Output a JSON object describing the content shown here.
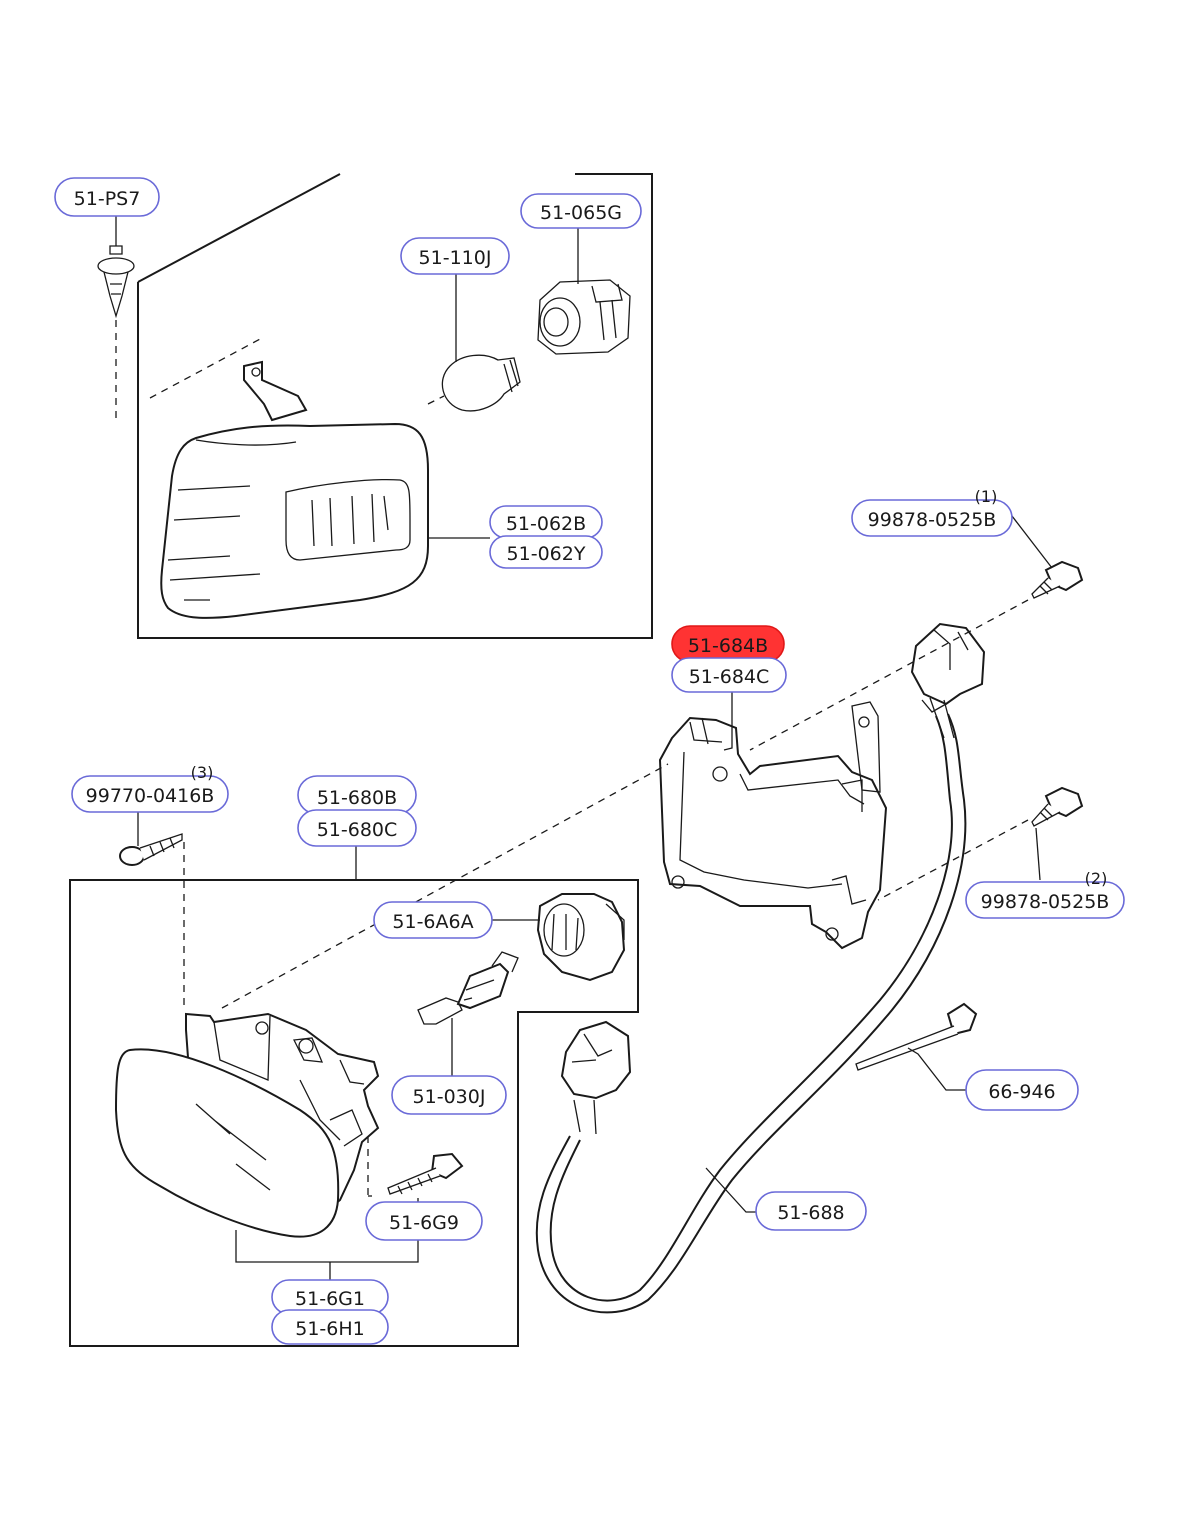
{
  "diagram": {
    "accent_color": "#ff3333",
    "highlight_part": "51-684B",
    "parts": {
      "p51_ps7": "51-PS7",
      "p51_065g": "51-065G",
      "p51_110j": "51-110J",
      "p51_062b": "51-062B",
      "p51_062y": "51-062Y",
      "p99878_a": "99878-0525B",
      "p51_684b": "51-684B",
      "p51_684c": "51-684C",
      "p99770": "99770-0416B",
      "p51_680b": "51-680B",
      "p51_680c": "51-680C",
      "p51_6a6a": "51-6A6A",
      "p99878_b": "99878-0525B",
      "p51_030j": "51-030J",
      "p66_946": "66-946",
      "p51_688": "51-688",
      "p51_6g9": "51-6G9",
      "p51_6g1": "51-6G1",
      "p51_6h1": "51-6H1"
    },
    "quantities": {
      "q1": "(1)",
      "q2": "(2)",
      "q3": "(3)"
    }
  }
}
